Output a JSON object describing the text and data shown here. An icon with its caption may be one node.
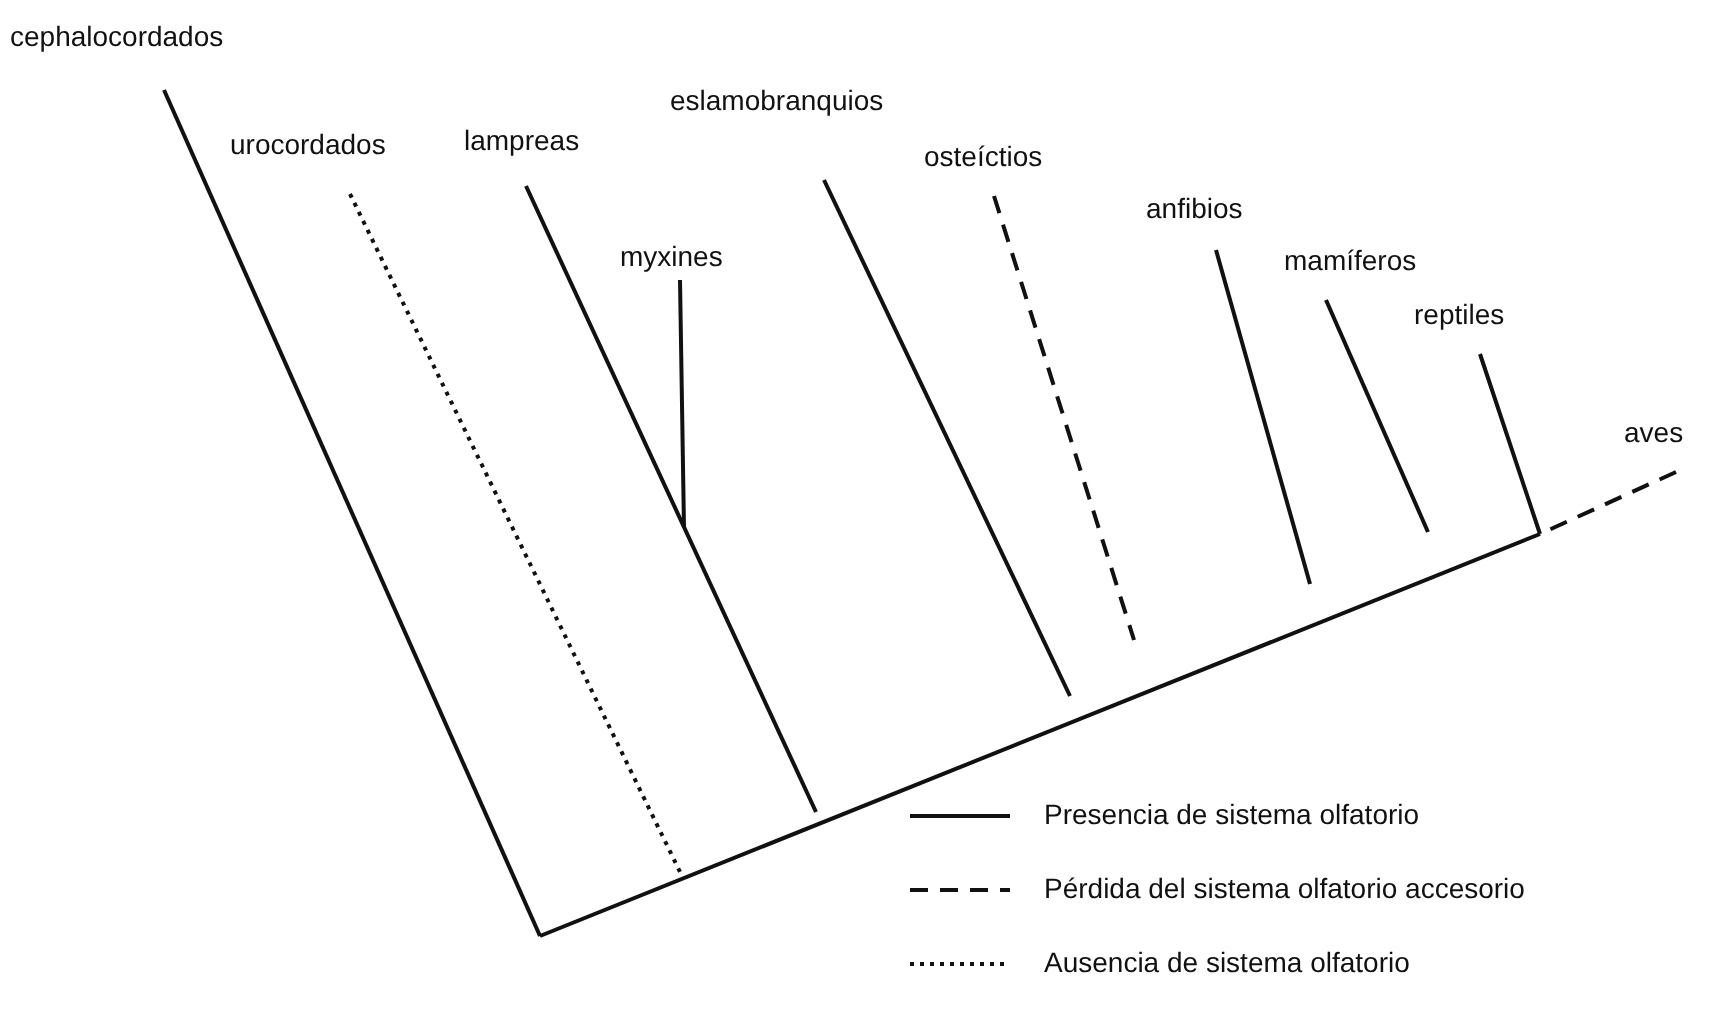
{
  "diagram": {
    "nodes": [
      {
        "text": [
          "cephalocordados"
        ]
      },
      {
        "text": [
          "urocordados"
        ]
      },
      {
        "text": [
          "lampreas"
        ]
      },
      {
        "text": [
          "myxines"
        ]
      },
      {
        "text": [
          "eslamobranquios"
        ]
      },
      {
        "text": [
          "osteíctios"
        ]
      },
      {
        "text": [
          "anfibios"
        ]
      },
      {
        "text": [
          "mamíferos"
        ]
      },
      {
        "text": [
          "reptiles"
        ]
      },
      {
        "text": [
          "aves"
        ]
      }
    ],
    "edges": [
      {
        "from": 0,
        "to": null,
        "arrow": "none"
      },
      {
        "from": 1,
        "to": null,
        "arrow": "none",
        "style": "dashed"
      },
      {
        "from": 2,
        "to": null,
        "arrow": "none"
      },
      {
        "from": 3,
        "to": null,
        "arrow": "none"
      },
      {
        "from": 4,
        "to": null,
        "arrow": "none"
      },
      {
        "from": 5,
        "to": null,
        "arrow": "none",
        "style": "dashed"
      },
      {
        "from": 6,
        "to": null,
        "arrow": "none"
      },
      {
        "from": 7,
        "to": null,
        "arrow": "none"
      },
      {
        "from": 8,
        "to": null,
        "arrow": "none"
      },
      {
        "from": 9,
        "to": null,
        "arrow": "none",
        "style": "dashed"
      }
    ],
    "legend": [
      {
        "text": "Presencia de sistema olfatorio"
      },
      {
        "text": "Pérdida del sistema olfatorio accesorio"
      },
      {
        "text": "Ausencia de sistema olfatorio"
      }
    ]
  }
}
